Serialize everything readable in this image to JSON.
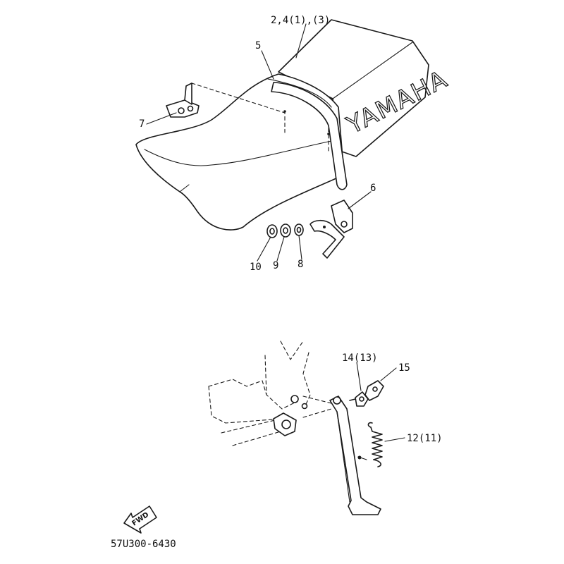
{
  "diagram": {
    "brand_text": "YAMAHA",
    "direction_label": "FWD",
    "code": "57U300-6430",
    "callouts": {
      "c1": "2,4(1),(3)",
      "c2": "5",
      "c3": "7",
      "c4": "6",
      "c5": "10",
      "c6": "9",
      "c7": "8",
      "c8": "14(13)",
      "c9": "15",
      "c10": "12(11)"
    }
  }
}
